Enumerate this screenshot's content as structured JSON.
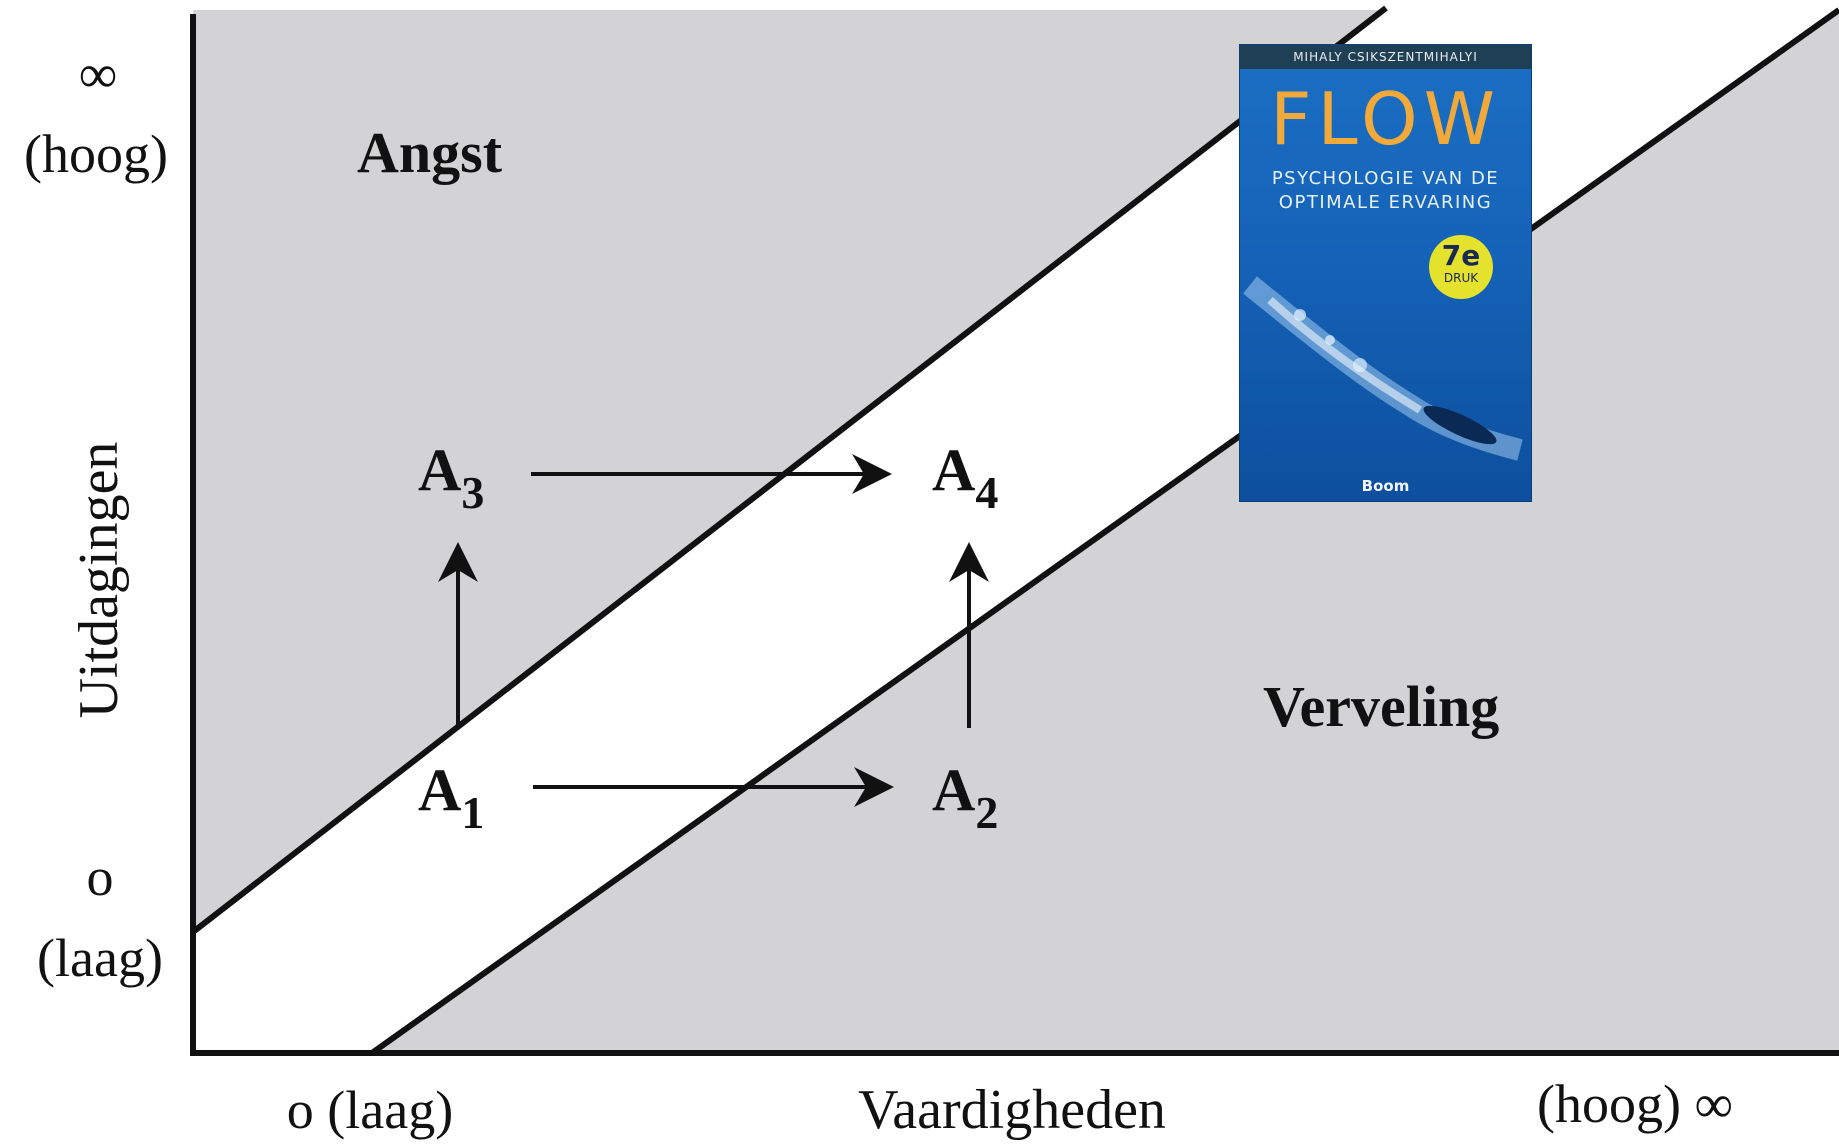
{
  "diagram": {
    "regions": {
      "angst": "Angst",
      "verveling": "Verveling"
    },
    "y_axis": {
      "title": "Uitdagingen",
      "top_symbol": "∞",
      "top_label": "(hoog)",
      "bottom_symbol": "o",
      "bottom_label": "(laag)"
    },
    "x_axis": {
      "title": "Vaardigheden",
      "left_label": "o (laag)",
      "right_label": "(hoog) ∞"
    },
    "points": [
      {
        "letter": "A",
        "sub": "1"
      },
      {
        "letter": "A",
        "sub": "2"
      },
      {
        "letter": "A",
        "sub": "3"
      },
      {
        "letter": "A",
        "sub": "4"
      }
    ],
    "colors": {
      "background_gray": "#d3d3d5",
      "flow_channel": "#ffffff",
      "ink": "#111111"
    }
  },
  "book_cover": {
    "author": "MIHALY CSIKSZENTMIHALYI",
    "title": "FLOW",
    "subtitle": "PSYCHOLOGIE VAN DE\nOPTIMALE ERVARING",
    "edition_number": "7e",
    "edition_word": "DRUK",
    "publisher": "Boom"
  }
}
